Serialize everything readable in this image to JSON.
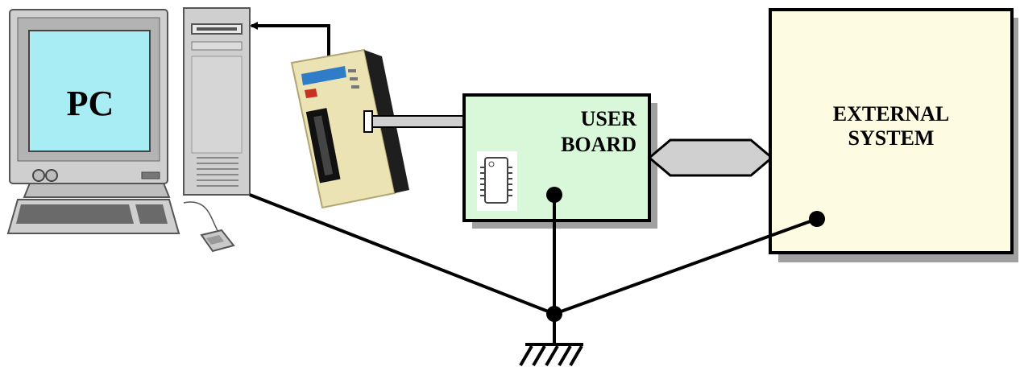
{
  "diagram": {
    "pc": {
      "label": "PC",
      "screen_color": "#a8ecf4"
    },
    "programmer": {
      "name": "device-programmer"
    },
    "user_board": {
      "line1": "USER",
      "line2": "BOARD",
      "fill": "#d9f7d9"
    },
    "external_system": {
      "line1": "EXTERNAL",
      "line2": "SYSTEM",
      "fill": "#fdfbe2"
    },
    "bus_color": "#d0d0d0",
    "shadow_color": "#a0a0a0"
  }
}
